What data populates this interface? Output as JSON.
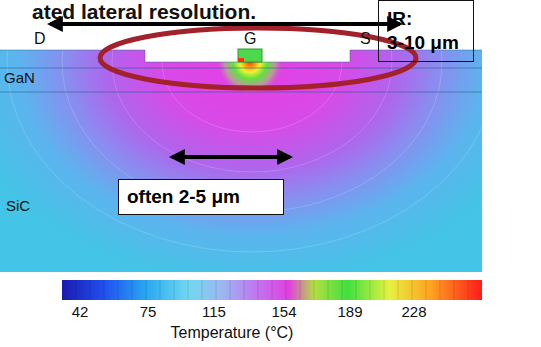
{
  "diagram": {
    "nodes": [
      {
        "text": [
          "IR:",
          "3-10 μm"
        ]
      },
      {
        "text": [
          "often 2-5 μm"
        ]
      }
    ],
    "labels": [
      "ated lateral resolution.",
      "D",
      "G",
      "S",
      "GaN",
      "SiC",
      "42",
      "75",
      "115",
      "154",
      "189",
      "228",
      "Temperature (°C)"
    ]
  }
}
